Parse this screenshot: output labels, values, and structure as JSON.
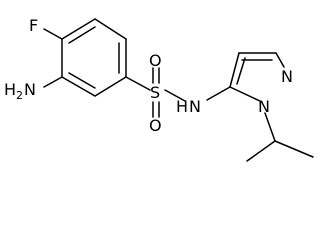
{
  "structure": {
    "atoms": {
      "fluorine": "F",
      "amine_nh": "H",
      "amine_sub": "2",
      "amine_n": "N",
      "sulfonyl_s": "S",
      "sulfonyl_o_top": "O",
      "sulfonyl_o_bottom": "O",
      "sulfonamide_n": "N",
      "sulfonamide_h": "H",
      "pyrazole_n2": "N",
      "pyrazole_n1": "N"
    },
    "colors": {
      "bond": "#000000",
      "text": "#000000",
      "background": "#ffffff"
    }
  }
}
